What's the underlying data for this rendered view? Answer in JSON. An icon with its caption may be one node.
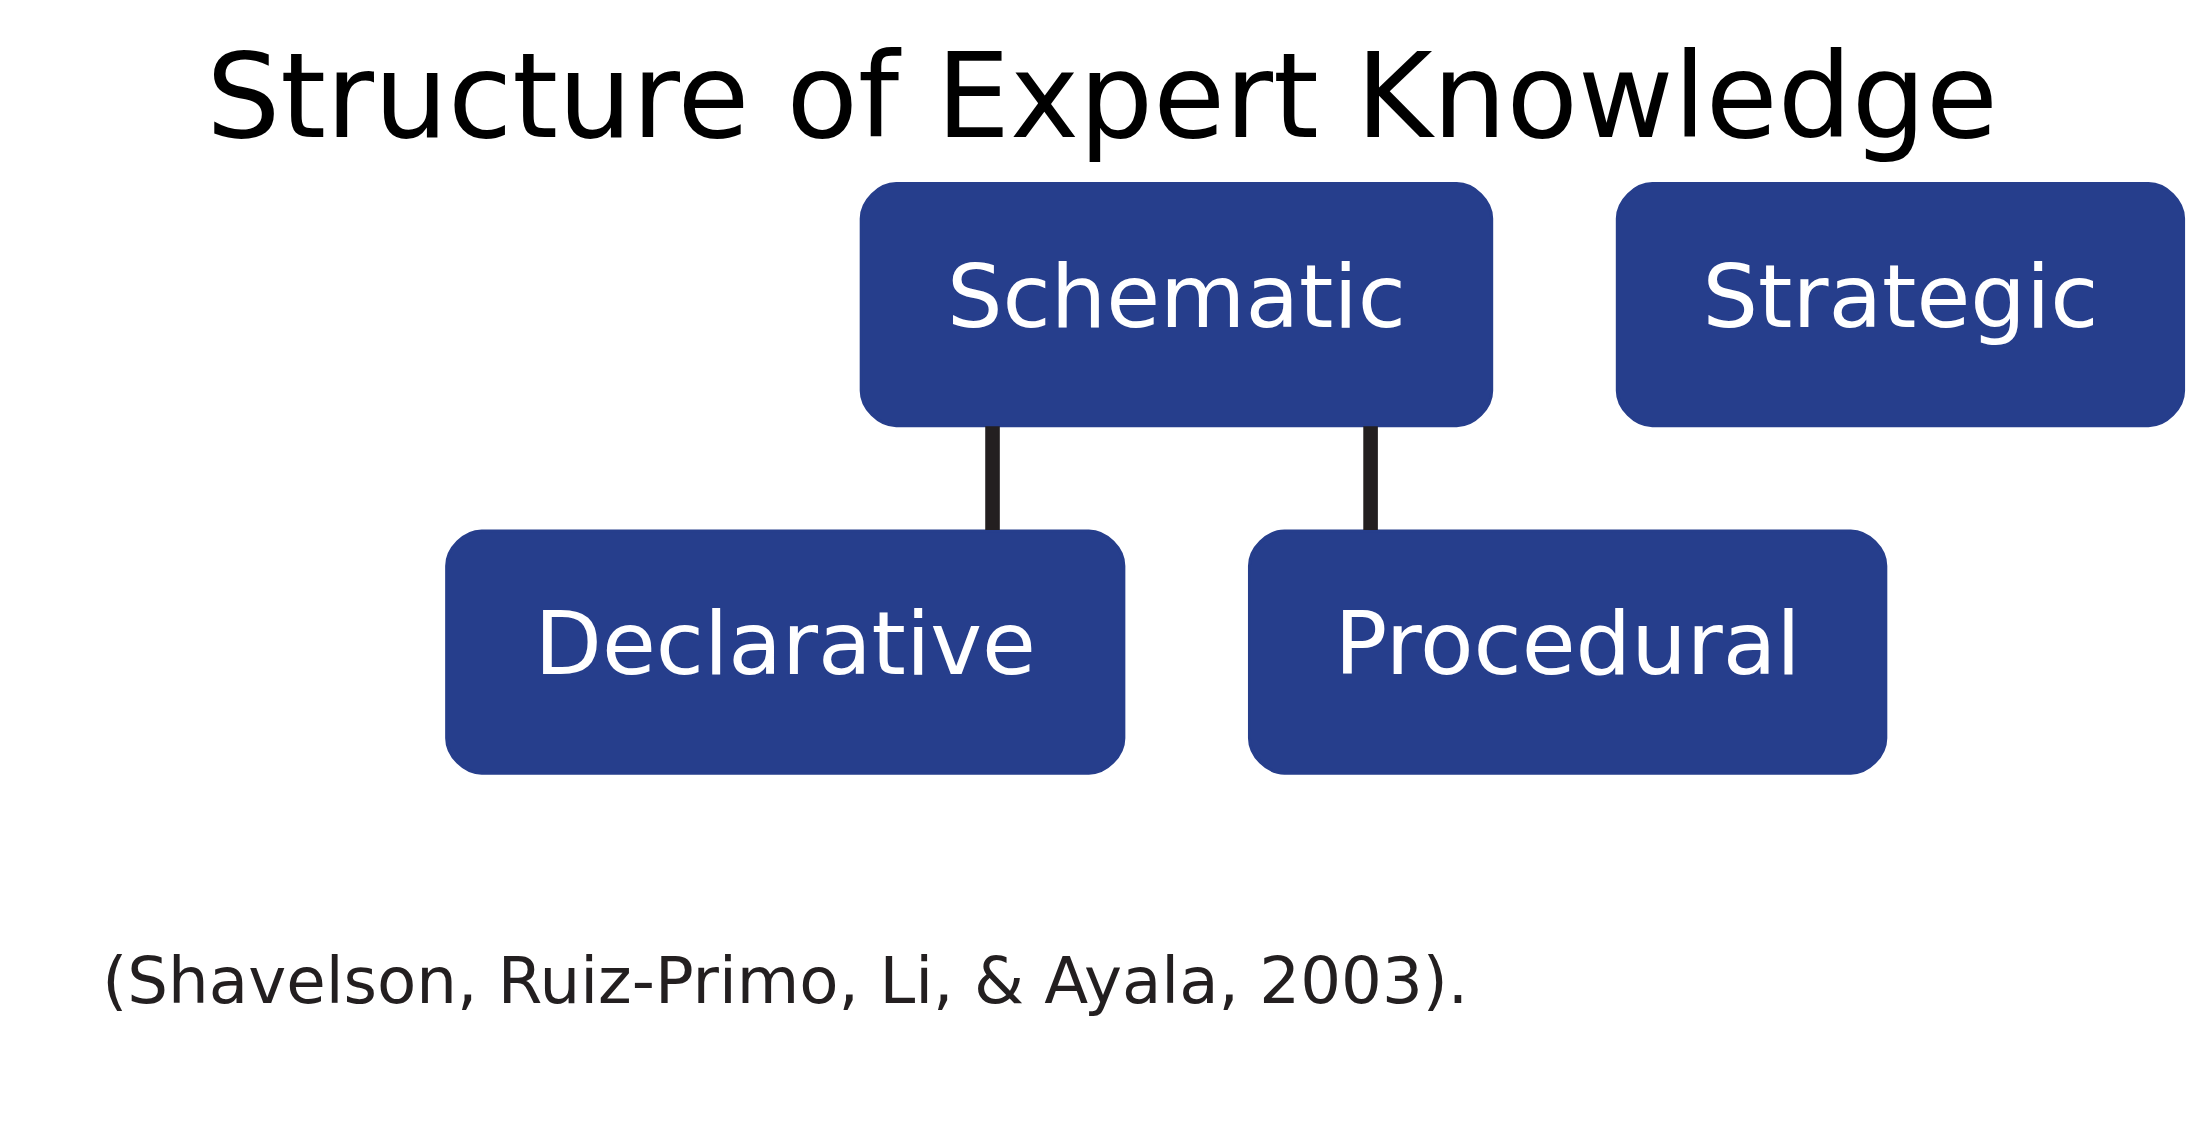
{
  "diagram": {
    "title": "Structure of Expert Knowledge",
    "caption": "(Shavelson, Ruiz-Primo, Li, & Ayala, 2003).",
    "nodes": [
      {
        "text": [
          "Schematic"
        ]
      },
      {
        "text": [
          "Declarative"
        ]
      },
      {
        "text": [
          "Procedural"
        ]
      },
      {
        "text": [
          "Strategic"
        ]
      }
    ],
    "edges": [
      {
        "from": 0,
        "to": 1,
        "arrow": "none"
      },
      {
        "from": 0,
        "to": 2,
        "arrow": "none"
      }
    ]
  }
}
